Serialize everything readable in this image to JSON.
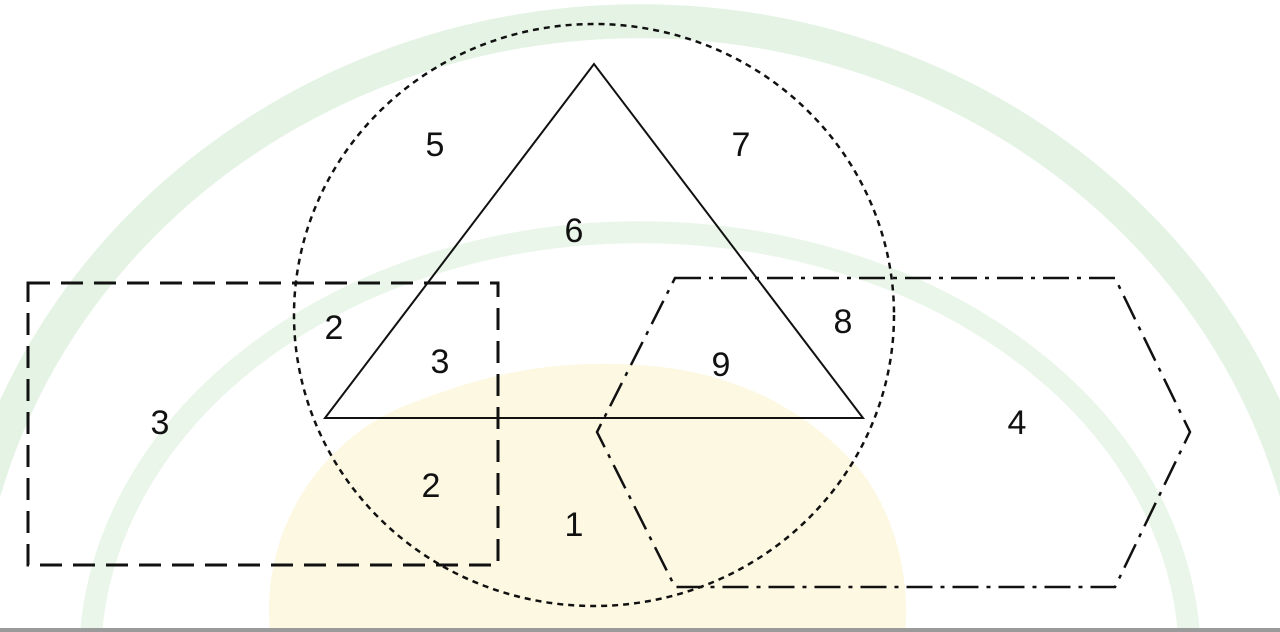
{
  "diagram": {
    "region_labels": {
      "rect_left": "3",
      "circle_left_upper": "2",
      "circle_top_left": "5",
      "triangle_top": "6",
      "circle_top_right": "7",
      "triangle_rect": "3",
      "circle_right": "8",
      "triangle_hexagon": "9",
      "circle_rect_lower": "2",
      "circle_bottom": "1",
      "hexagon_right": "4"
    }
  },
  "colors": {
    "stroke": "#111111",
    "watermark_green": "#e4f3e4",
    "watermark_yellow": "#fdf8e2"
  },
  "icons": [
    "watermark-logo"
  ]
}
